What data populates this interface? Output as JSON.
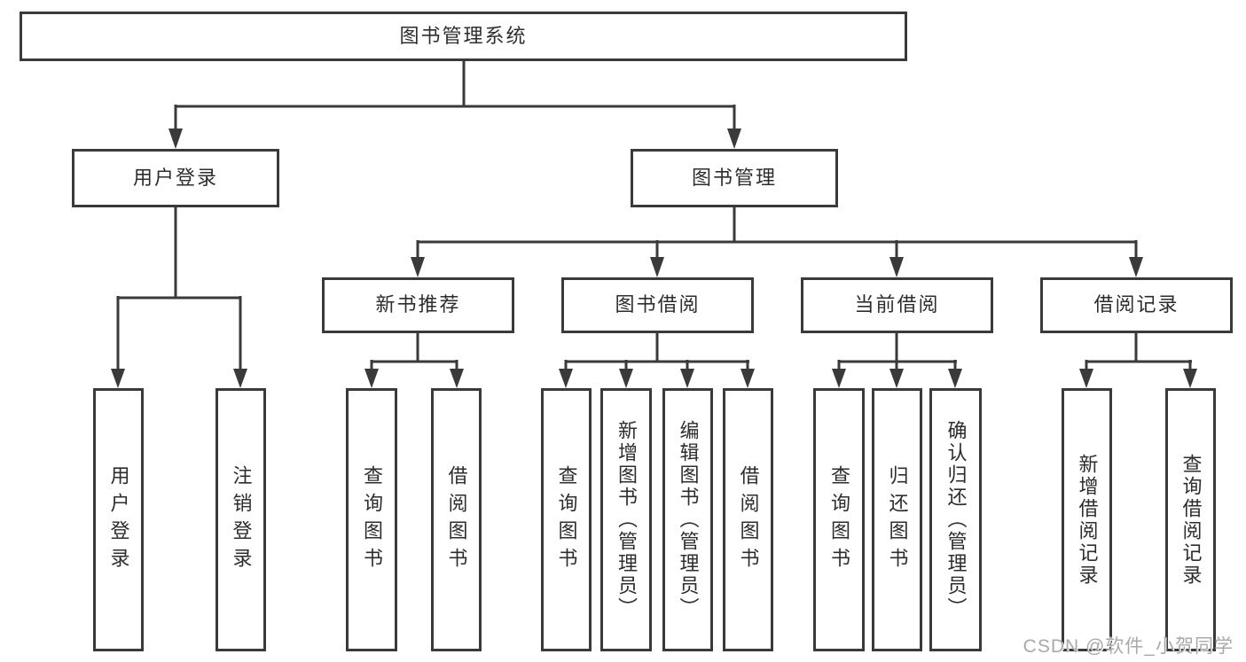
{
  "diagram": {
    "root": {
      "label": "图书管理系统"
    },
    "branches": [
      {
        "label": "用户登录",
        "children": [
          {
            "label": "用户登录"
          },
          {
            "label": "注销登录"
          }
        ]
      },
      {
        "label": "图书管理",
        "children": [
          {
            "label": "新书推荐",
            "children": [
              {
                "label": "查询图书"
              },
              {
                "label": "借阅图书"
              }
            ]
          },
          {
            "label": "图书借阅",
            "children": [
              {
                "label": "查询图书"
              },
              {
                "label": "新增图书（管理员）"
              },
              {
                "label": "编辑图书（管理员）"
              },
              {
                "label": "借阅图书"
              }
            ]
          },
          {
            "label": "当前借阅",
            "children": [
              {
                "label": "查询图书"
              },
              {
                "label": "归还图书"
              },
              {
                "label": "确认归还（管理员）"
              }
            ]
          },
          {
            "label": "借阅记录",
            "children": [
              {
                "label": "新增借阅记录"
              },
              {
                "label": "查询借阅记录"
              }
            ]
          }
        ]
      }
    ]
  },
  "watermark": {
    "text": "CSDN @软件_小贺同学"
  },
  "colors": {
    "line": "#3a3a3a",
    "text": "#2d2d2d",
    "box_background": "#ffffff",
    "page_background": "#ffffff",
    "watermark": "#a9a9a9"
  }
}
